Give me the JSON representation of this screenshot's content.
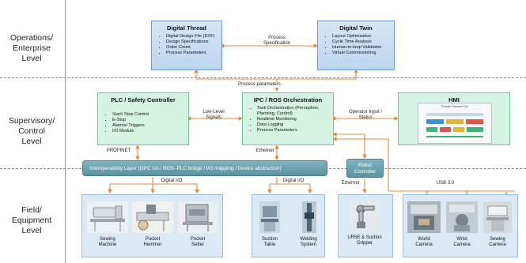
{
  "levels": {
    "top": [
      "Operations/",
      "Enterprise",
      "Level"
    ],
    "mid": [
      "Supervisory/",
      "Control",
      "Level"
    ],
    "bottom": [
      "Field/",
      "Equipment",
      "Level"
    ]
  },
  "digital_thread": {
    "title": "Digital Thread",
    "items": [
      "Digital Design File (DXF)",
      "Design Specifications",
      "Order Count",
      "Process Parameters"
    ]
  },
  "digital_twin": {
    "title": "Digital Twin",
    "items": [
      "Layout Optimization",
      "Cycle Time Analysis",
      "Human-in-loop Validation",
      "Virtual Commissioning"
    ]
  },
  "plc": {
    "title": "PLC / Safety Controller",
    "items": [
      "Start/ Stop Control",
      "E-Stop",
      "Alarms/ Triggers",
      "I/O Module"
    ]
  },
  "ipc": {
    "title": "IPC / ROS Orchestration",
    "items": [
      "Task Orchestration (Perception, Planning, Control)",
      "Realtime Monitoring",
      "Data Logging",
      "Process Parameters"
    ]
  },
  "hmi": {
    "title": "HMI",
    "screen_title": "Robotic Garment Cell",
    "colors": [
      "#3fb37a",
      "#e2b437",
      "#e0554a",
      "#3d8fd8"
    ]
  },
  "connections": {
    "process_specification": [
      "Process",
      "Specification"
    ],
    "process_parameters": "Process parameters",
    "low_level_signals": [
      "Low-Level",
      "Signals"
    ],
    "operator_input": [
      "Operator Input /",
      "Status"
    ],
    "profinet": "PROFINET",
    "ethernet_mid": "Ethernet",
    "digital_io_1": "Digital I/O",
    "digital_io_2": "Digital I/O",
    "ethernet_right": "Ethernet",
    "usb": "USB 3.0"
  },
  "interop": "Interoperability Layer (OPC UA / ROS–PLC bridge / I/O mapping / Device abstraction)",
  "robot_controller": [
    "Robot",
    "Controller"
  ],
  "devices": [
    {
      "label": [
        "Sewing",
        "Machine"
      ]
    },
    {
      "label": [
        "Pocket",
        "Hemmer"
      ]
    },
    {
      "label": [
        "Pocket",
        "Setter"
      ]
    },
    {
      "label": [
        "Suction",
        "Table"
      ]
    },
    {
      "label": [
        "Welding",
        "System"
      ]
    },
    {
      "label": [
        "UR5E & Suction",
        "Gripper"
      ]
    },
    {
      "label": [
        "World",
        "Camera"
      ]
    },
    {
      "label": [
        "Wrist",
        "Camera"
      ]
    },
    {
      "label": [
        "Sewing",
        "Camera"
      ]
    }
  ],
  "colors": {
    "arrow": "#e08a3c",
    "blue_box": "#c9dcf2",
    "green_box": "#d5f3e3",
    "interop": "#6ea4b1"
  }
}
